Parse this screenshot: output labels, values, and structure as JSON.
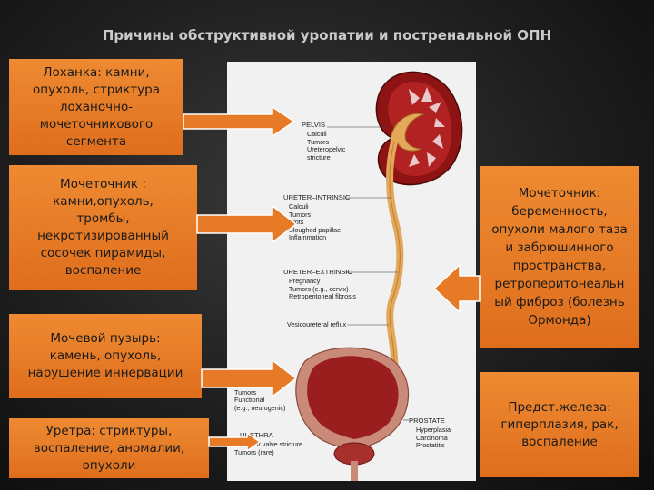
{
  "title": "Причины обструктивной уропатии и постренальной ОПН",
  "boxes": {
    "pelvis": "Лоханка: камни,\nопухоль, стриктура\nлоханочно-\nмочеточникового\nсегмента",
    "ureter_intrinsic": "Мочеточник :\nкамни,опухоль,\nтромбы,\nнекротизированный\nсосочек пирамиды,\nвоспаление",
    "bladder": "Мочевой пузырь:\nкамень, опухоль,\nнарушение иннервации",
    "urethra": "Уретра: стриктуры,\nвоспаление, аномалии,\nопухоли",
    "ureter_extrinsic": "Мочеточник:\nбеременность,\nопухоли малого таза\nи забрюшинного\nпространства,\nретроперитонеальн\nый фиброз (болезнь\nОрмонда)",
    "prostate": "Предст.железа:\nгиперплазия, рак,\nвоспаление"
  },
  "illustration": {
    "pelvis_head": "PELVIS",
    "pelvis_items": "Calculi\nTumors\nUreteropelvic\n  stricture",
    "ureter_intrinsic_head": "URETER–INTRINSIC",
    "ureter_intrinsic_items": "Calculi\nTumors\nClots\nSloughed papillae\nInflammation",
    "ureter_extrinsic_head": "URETER–EXTRINSIC",
    "ureter_extrinsic_items": "Pregnancy\nTumors (e.g., cervix)\nRetroperitoneal fibrosis",
    "reflux": "Vesicoureteral reflux",
    "bladder_items": "Calculi\nTumors\nFunctional\n(e.g., neurogenic)",
    "urethra_head": "URETHRA",
    "urethra_items": "Posterior valve stricture\nTumors (rare)",
    "prostate_head": "PROSTATE",
    "prostate_items": "Hyperplasia\nCarcinoma\nProstatitis"
  },
  "colors": {
    "box_fill": "#e67a26",
    "box_text": "#1a1a1a",
    "arrow_fill": "#e67a26",
    "arrow_stroke": "#ffffff",
    "kidney": "#8e1414",
    "ureter": "#e3a85a",
    "title_text": "#c9c9c9"
  }
}
